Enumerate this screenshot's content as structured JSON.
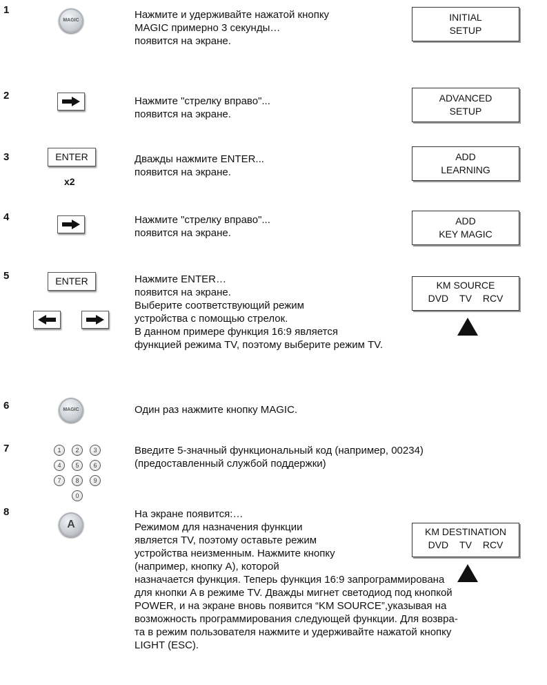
{
  "steps": [
    {
      "num": "1",
      "lines": [
        "Нажмите и удерживайте нажатой кнопку",
        "MAGIC примерно 3 секунды…",
        "появится на экране."
      ],
      "screen": [
        "INITIAL",
        "SETUP"
      ]
    },
    {
      "num": "2",
      "lines": [
        "Нажмите \"стрелку вправо\"...",
        "появится на экране."
      ],
      "screen": [
        "ADVANCED",
        "SETUP"
      ]
    },
    {
      "num": "3",
      "lines": [
        "Дважды нажмите ENTER...",
        "появится на экране."
      ],
      "screen": [
        "ADD",
        "LEARNING"
      ]
    },
    {
      "num": "4",
      "lines": [
        "Нажмите \"стрелку вправо\"...",
        "появится на экране."
      ],
      "screen": [
        "ADD",
        "KEY MAGIC"
      ]
    },
    {
      "num": "5",
      "lines": [
        "Нажмите ENTER…",
        "появится на экране.",
        "Выберите соответствующий режим",
        "устройства с помощью стрелок.",
        "В данном примере функция 16:9 является",
        "функцией режима TV, поэтому выберите режим TV."
      ],
      "screen": [
        "KM SOURCE"
      ],
      "options": [
        "DVD",
        "TV",
        "RCV"
      ]
    },
    {
      "num": "6",
      "lines": [
        "Один раз нажмите кнопку MAGIC."
      ]
    },
    {
      "num": "7",
      "lines": [
        "Введите 5-значный функциональный код (например, 00234)",
        "(предоставленный службой поддержки)"
      ]
    },
    {
      "num": "8",
      "lines": [
        "На экране появится:…",
        "Режимом для назначения функции",
        "является TV, поэтому оставьте режим",
        "устройства неизменным. Нажмите кнопку",
        "(например, кнопку A), которой",
        "назначается функция. Теперь функция 16:9 запрограммирована",
        "для кнопки A в режиме TV. Дважды мигнет светодиод под кнопкой",
        "POWER, и на экране вновь появится “KM SOURCE”,указывая на",
        "возможность программирования следующей функции. Для возвра-",
        "та в режим пользователя нажмите и удерживайте нажатой кнопку",
        "LIGHT (ESC)."
      ],
      "screen": [
        "KM DESTINATION"
      ],
      "options": [
        "DVD",
        "TV",
        "RCV"
      ]
    }
  ],
  "buttons": {
    "magic": "MAGIC",
    "enter": "ENTER",
    "times": "x2",
    "a": "A",
    "digits": [
      "1",
      "2",
      "3",
      "4",
      "5",
      "6",
      "7",
      "8",
      "9",
      "0"
    ]
  }
}
